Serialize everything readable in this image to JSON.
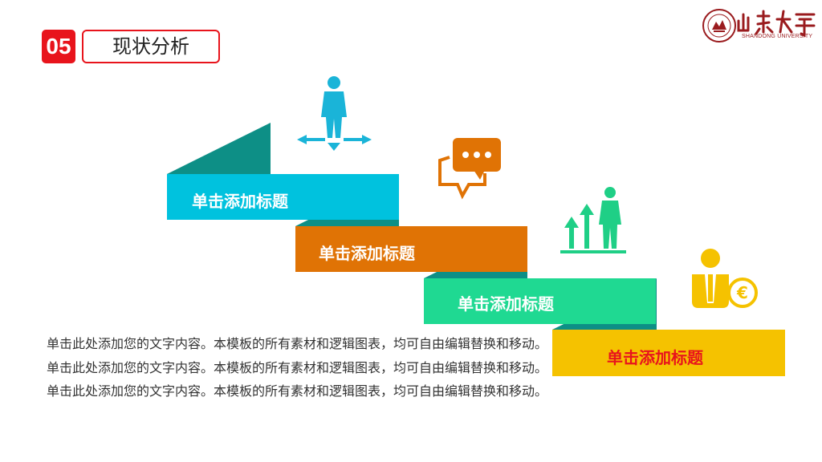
{
  "header": {
    "section_number": "05",
    "section_title": "现状分析"
  },
  "logo": {
    "calligraphy": "山東大學",
    "english": "SHANDONG UNIVERSITY",
    "seal_text": "1901",
    "color": "#9a1b1e"
  },
  "steps": [
    {
      "label": "单击添加标题",
      "color": "#00c2de",
      "fold_color": "#0d8f86",
      "label_color": "#ffffff",
      "icon": "person-arrows-icon"
    },
    {
      "label": "单击添加标题",
      "color": "#e07305",
      "fold_color": "#0d8f86",
      "label_color": "#ffffff",
      "icon": "speech-bubble-icon"
    },
    {
      "label": "单击添加标题",
      "color": "#1fd992",
      "fold_color": "#0d8f86",
      "label_color": "#ffffff",
      "icon": "growth-person-icon"
    },
    {
      "label": "单击添加标题",
      "color": "#f5c200",
      "fold_color": "#0d8f86",
      "label_color": "#e8141c",
      "icon": "euro-person-icon"
    }
  ],
  "body_text": "单击此处添加您的文字内容。本模板的所有素材和逻辑图表，均可自由编辑替换和移动。单击此处添加您的文字内容。本模板的所有素材和逻辑图表，均可自由编辑替换和移动。单击此处添加您的文字内容。本模板的所有素材和逻辑图表，均可自由编辑替换和移动。"
}
